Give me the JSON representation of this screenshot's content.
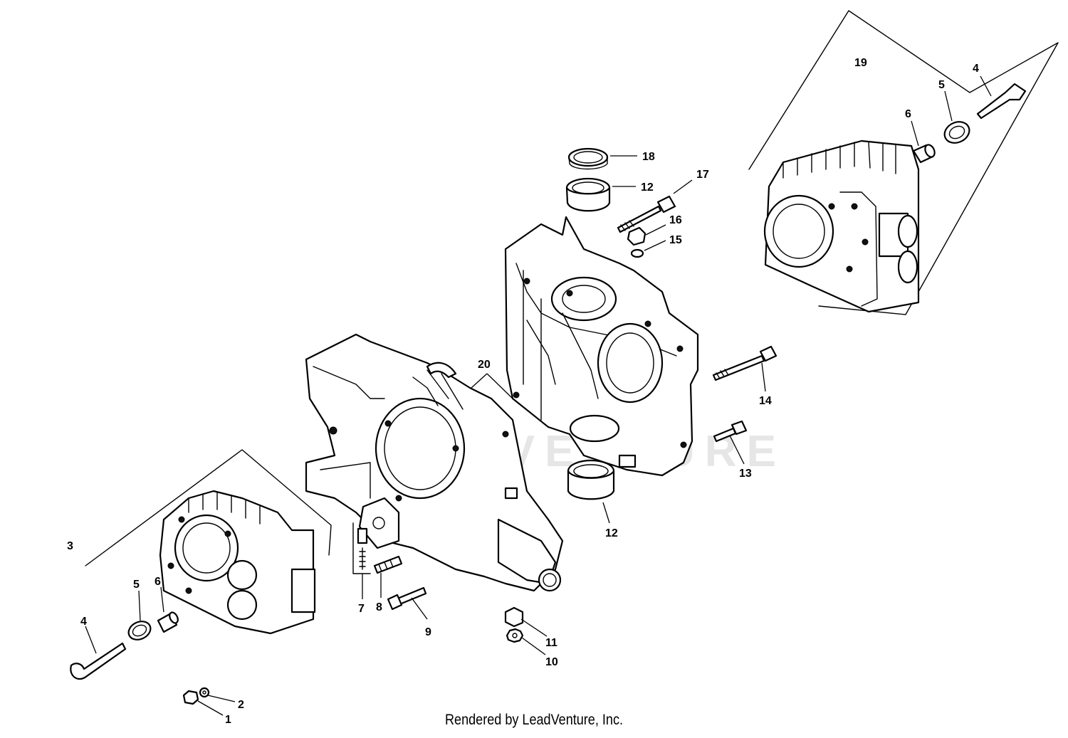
{
  "diagram": {
    "watermark": "LEADVENTURE",
    "footer": "Rendered by LeadVenture, Inc.",
    "callouts": {
      "c1": "1",
      "c2": "2",
      "c3": "3",
      "c4a": "4",
      "c5a": "5",
      "c6a": "6",
      "c7": "7",
      "c8": "8",
      "c9": "9",
      "c10": "10",
      "c11": "11",
      "c12a": "12",
      "c12b": "12",
      "c13": "13",
      "c14": "14",
      "c15": "15",
      "c16": "16",
      "c17": "17",
      "c18": "18",
      "c19": "19",
      "c20": "20",
      "c4b": "4",
      "c5b": "5",
      "c6b": "6"
    }
  }
}
